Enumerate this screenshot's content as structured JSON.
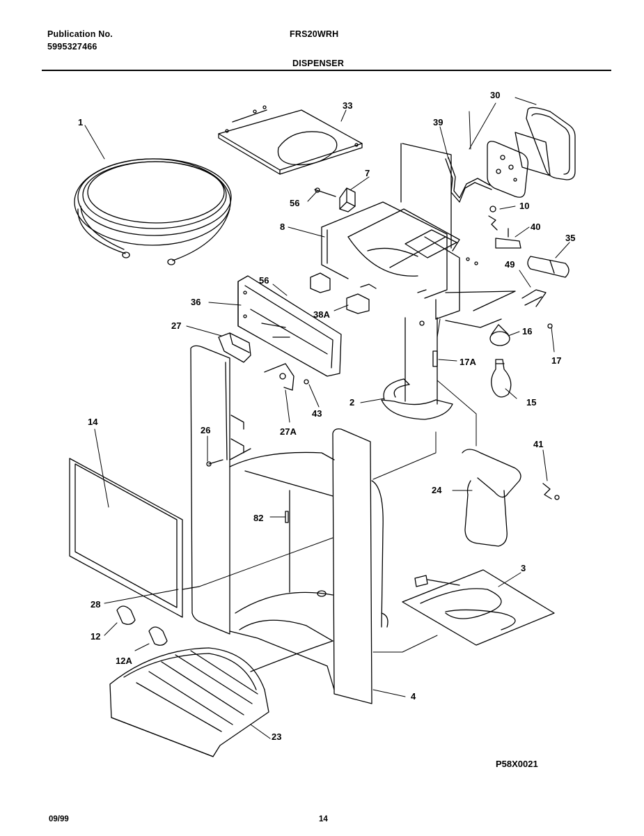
{
  "header": {
    "publication_label": "Publication No.",
    "publication_number": "5995327466",
    "model": "FRS20WRH",
    "section": "DISPENSER"
  },
  "footer": {
    "date": "09/99",
    "page": "14",
    "figure_code": "P58X0021"
  },
  "callouts": [
    "1",
    "33",
    "30",
    "39",
    "7",
    "56",
    "10",
    "8",
    "40",
    "35",
    "49",
    "56",
    "36",
    "38A",
    "16",
    "27",
    "17",
    "17A",
    "2",
    "15",
    "43",
    "27A",
    "14",
    "26",
    "41",
    "24",
    "82",
    "3",
    "28",
    "12",
    "12A",
    "4",
    "23"
  ]
}
